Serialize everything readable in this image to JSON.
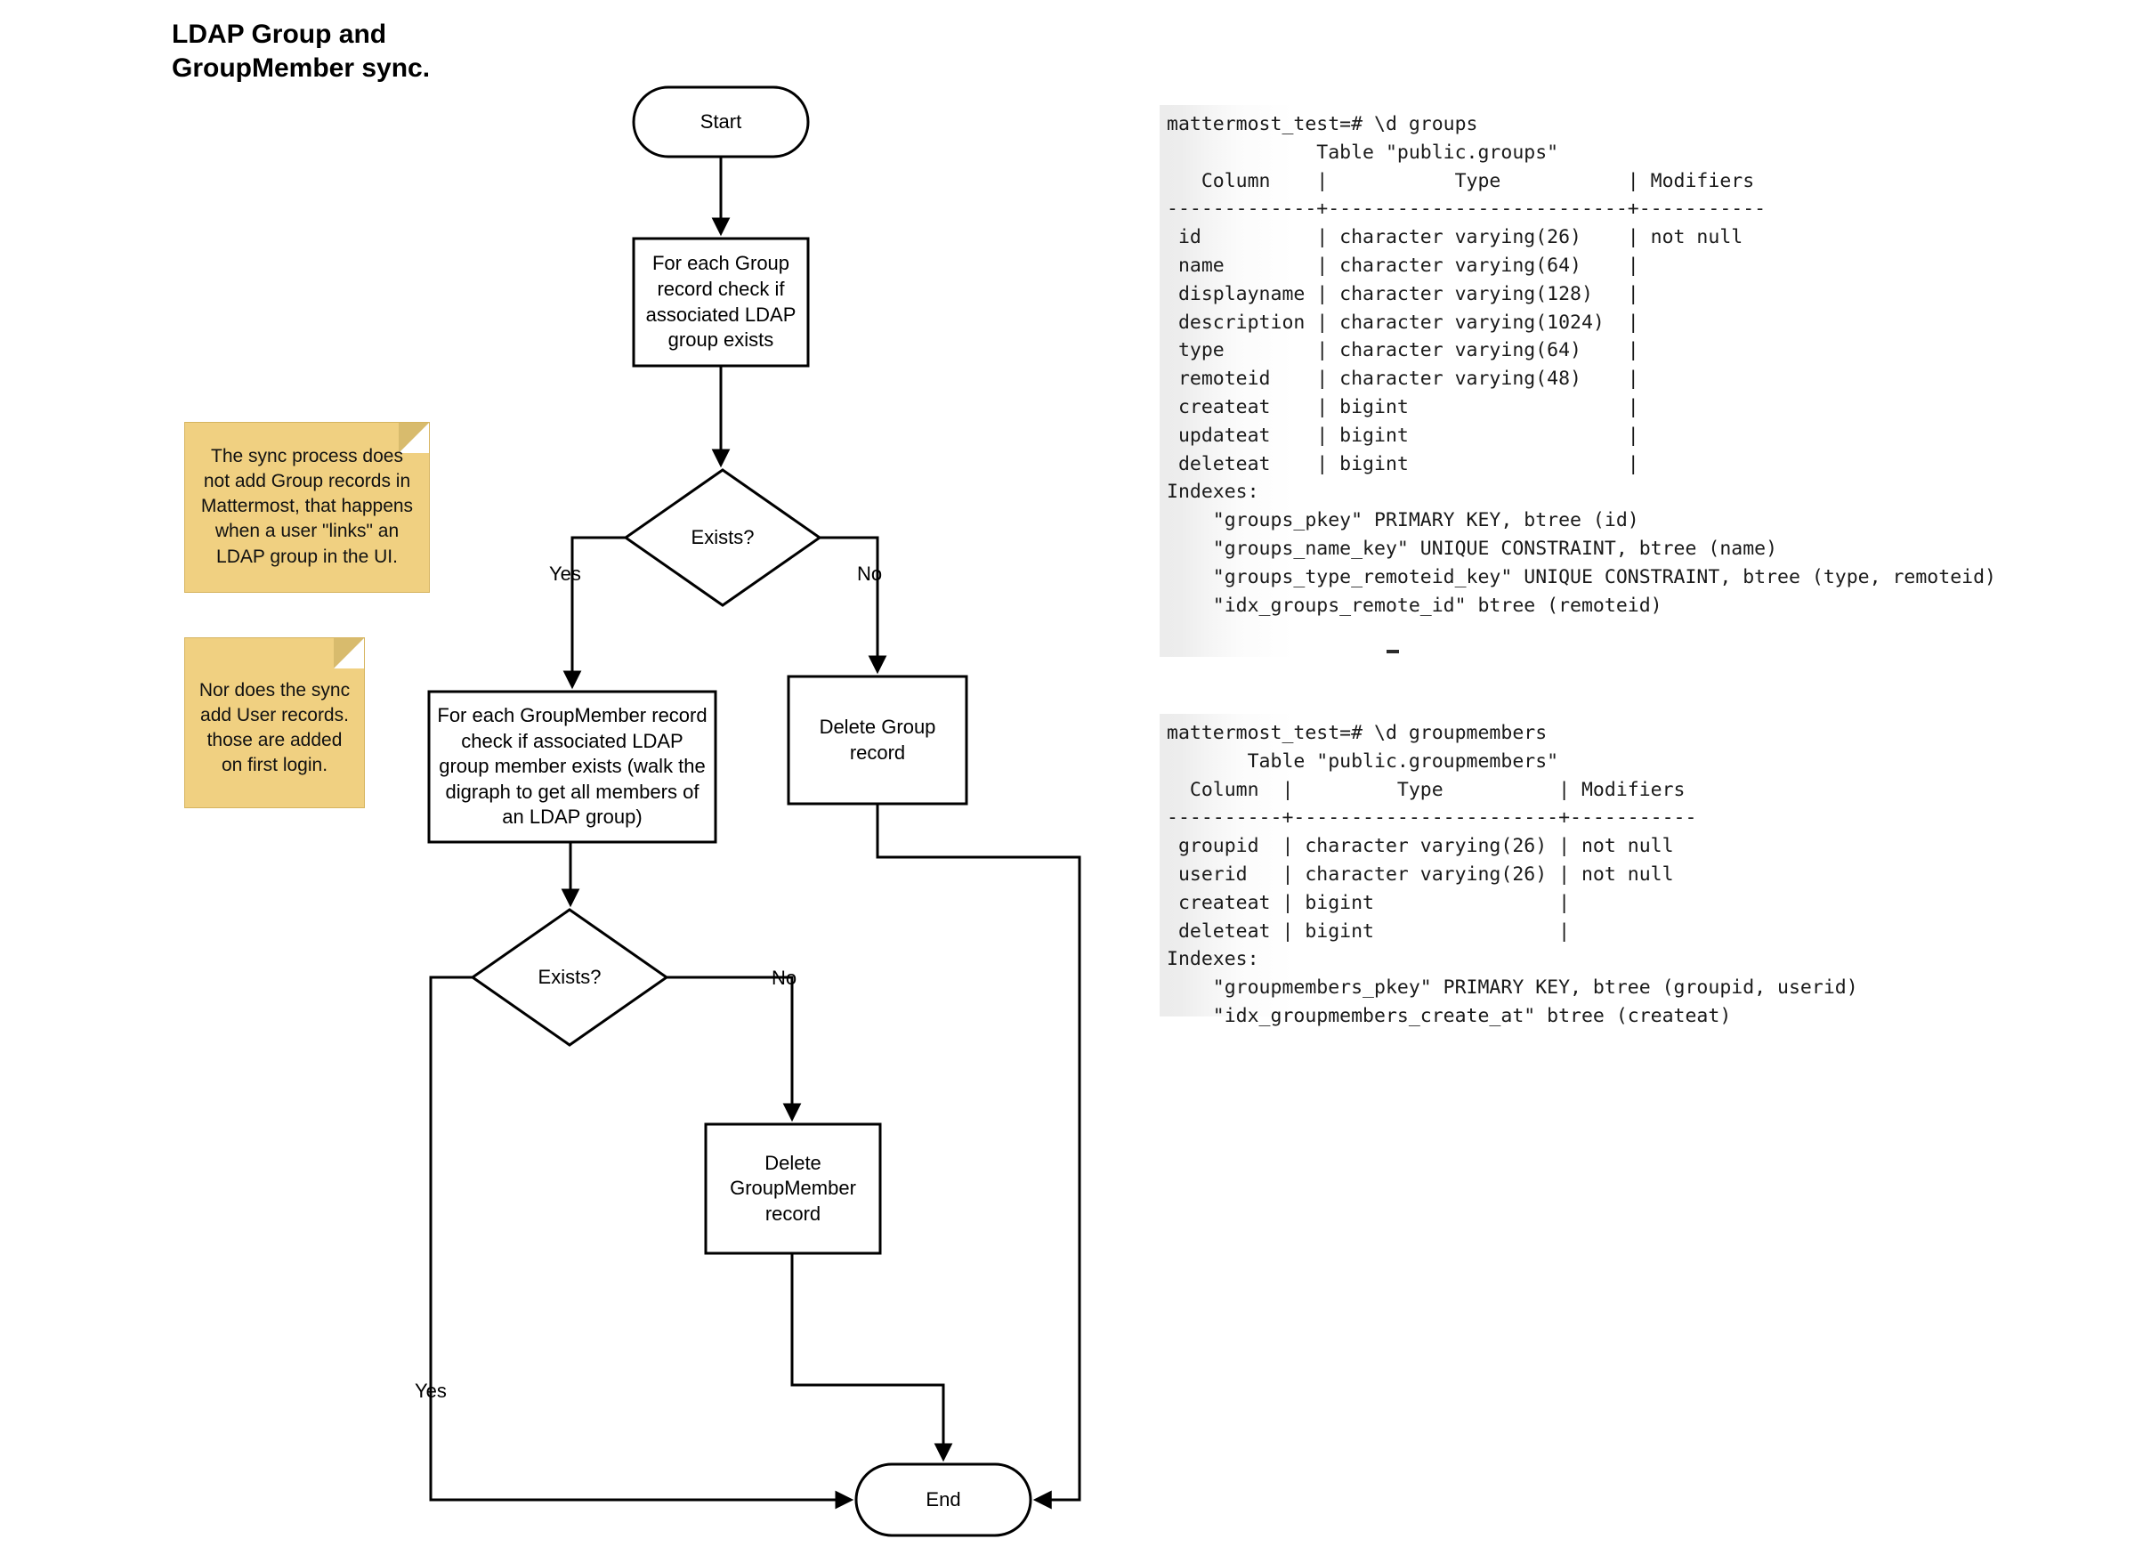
{
  "title": "LDAP Group and\nGroupMember sync.",
  "flowchart": {
    "nodes": {
      "start": "Start",
      "check_group": "For each Group\nrecord check if\nassociated LDAP\ngroup exists",
      "exists_1": "Exists?",
      "check_member": "For each GroupMember record\ncheck if associated LDAP\ngroup member exists (walk the\ndigraph to get all members of\nan LDAP group)",
      "delete_group": "Delete Group\nrecord",
      "exists_2": "Exists?",
      "delete_groupmember": "Delete\nGroupMember\nrecord",
      "end": "End"
    },
    "edge_labels": {
      "exists1_yes": "Yes",
      "exists1_no": "No",
      "exists2_no": "No",
      "exists2_yes": "Yes"
    }
  },
  "notes": [
    {
      "id": "note-group-records",
      "text": "The sync process does\nnot add Group records in\nMattermost, that happens\nwhen a user \"links\" an\nLDAP group in the UI."
    },
    {
      "id": "note-user-records",
      "text": "Nor does the sync\nadd User records.\nthose are added\non first login."
    }
  ],
  "terminals": [
    {
      "id": "groups-table",
      "text": "mattermost_test=# \\d groups\n             Table \"public.groups\"\n   Column    |           Type           | Modifiers\n-------------+--------------------------+-----------\n id          | character varying(26)    | not null\n name        | character varying(64)    |\n displayname | character varying(128)   |\n description | character varying(1024)  |\n type        | character varying(64)    |\n remoteid    | character varying(48)    |\n createat    | bigint                   |\n updateat    | bigint                   |\n deleteat    | bigint                   |\nIndexes:\n    \"groups_pkey\" PRIMARY KEY, btree (id)\n    \"groups_name_key\" UNIQUE CONSTRAINT, btree (name)\n    \"groups_type_remoteid_key\" UNIQUE CONSTRAINT, btree (type, remoteid)\n    \"idx_groups_remote_id\" btree (remoteid)"
    },
    {
      "id": "groupmembers-table",
      "text": "mattermost_test=# \\d groupmembers\n       Table \"public.groupmembers\"\n  Column  |         Type          | Modifiers\n----------+-----------------------+-----------\n groupid  | character varying(26) | not null\n userid   | character varying(26) | not null\n createat | bigint                |\n deleteat | bigint                |\nIndexes:\n    \"groupmembers_pkey\" PRIMARY KEY, btree (groupid, userid)\n    \"idx_groupmembers_create_at\" btree (createat)"
    }
  ],
  "colors": {
    "note_fill": "#f0d081",
    "note_border": "#d6b45f",
    "stroke": "#000000",
    "terminal_bg": "#ececec"
  }
}
